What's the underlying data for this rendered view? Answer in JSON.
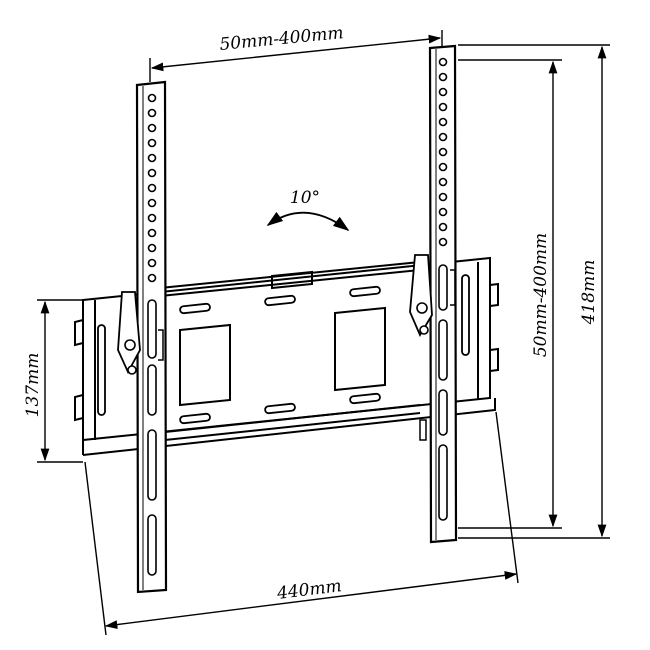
{
  "dimensions": {
    "top_width": "50mm-400mm",
    "tilt_angle": "10°",
    "right_inner_height": "50mm-400mm",
    "right_outer_height": "418mm",
    "left_height": "137mm",
    "bottom_width": "440mm"
  },
  "colors": {
    "line": "#000000",
    "background": "#ffffff"
  }
}
